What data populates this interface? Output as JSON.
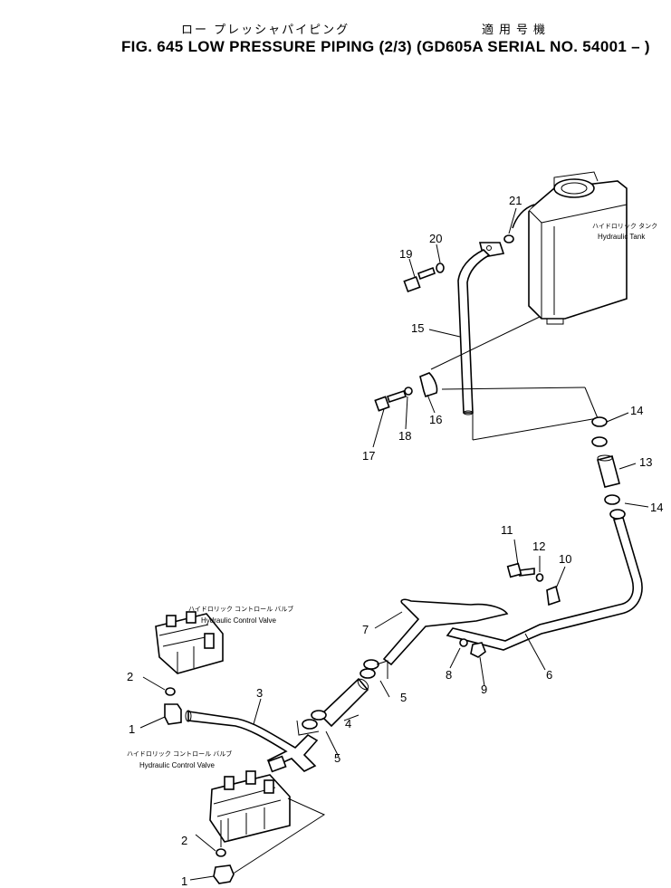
{
  "header": {
    "title_jp": "ロー プレッシャパイピング",
    "applicability_jp": "適用号機",
    "title": "FIG. 645  LOW PRESSURE PIPING (2/3) (GD605A SERIAL NO. 54001 – )"
  },
  "labels": {
    "tank_jp": "ハイドロリック タンク",
    "tank_en": "Hydraulic Tank",
    "valve_jp": "ハイドロリック コントロール バルブ",
    "valve_en": "Hydraulic Control Valve"
  },
  "callouts": {
    "n1a": "1",
    "n1b": "1",
    "n2a": "2",
    "n2b": "2",
    "n3": "3",
    "n4": "4",
    "n5a": "5",
    "n5b": "5",
    "n6": "6",
    "n7": "7",
    "n8": "8",
    "n9": "9",
    "n10": "10",
    "n11": "11",
    "n12": "12",
    "n13": "13",
    "n14a": "14",
    "n14b": "14",
    "n15": "15",
    "n16": "16",
    "n17": "17",
    "n18": "18",
    "n19": "19",
    "n20": "20",
    "n21": "21"
  }
}
